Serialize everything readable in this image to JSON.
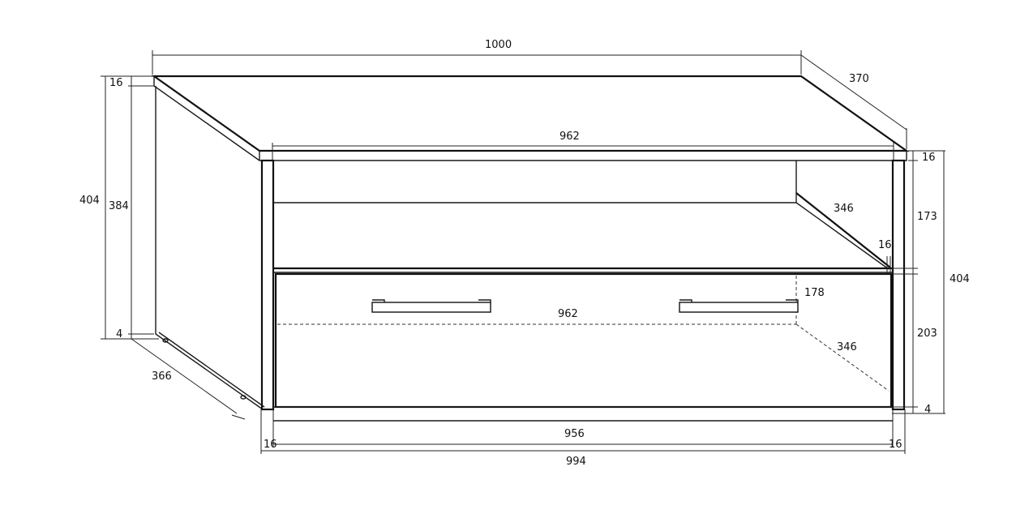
{
  "dimensions": {
    "top_width": "1000",
    "top_depth": "370",
    "inner_top_width": "962",
    "top_thickness_right": "16",
    "side_height_left": "404",
    "side_inner_left": "384",
    "top_thickness_left": "16",
    "plinth_left": "4",
    "side_depth_left": "366",
    "shelf_depth": "346",
    "shelf_thickness": "16",
    "open_height": "173",
    "total_height_right": "404",
    "drawer_height": "178",
    "drawer_width": "962",
    "drawer_depth": "346",
    "lower_height": "203",
    "plinth_right": "4",
    "inner_bottom_width": "956",
    "panel_left": "16",
    "panel_right": "16",
    "total_bottom_width": "994"
  }
}
